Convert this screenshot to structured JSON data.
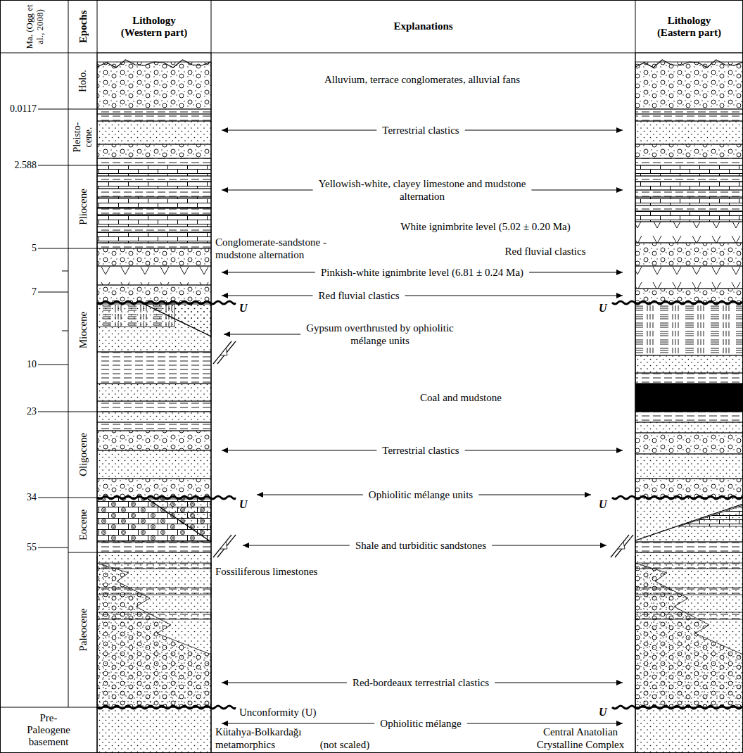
{
  "diagram": {
    "nodes": [
      {
        "text": [
          "Ma. (Ogg et al., 2008)"
        ]
      },
      {
        "text": [
          "Epochs"
        ]
      },
      {
        "text": [
          "Lithology (Western part)"
        ]
      },
      {
        "text": [
          "Explanations"
        ]
      },
      {
        "text": [
          "Lithology (Eastern part)"
        ]
      },
      {
        "text": [
          "Holo."
        ]
      },
      {
        "text": [
          "Pleisto- cene."
        ]
      },
      {
        "text": [
          "Pliocene"
        ]
      },
      {
        "text": [
          "Miocene"
        ]
      },
      {
        "text": [
          "Oligocene"
        ]
      },
      {
        "text": [
          "Eocene"
        ]
      },
      {
        "text": [
          "Paleocene"
        ]
      },
      {
        "text": [
          "Pre- Paleogene basement"
        ]
      }
    ],
    "labels": [
      "0.0117",
      "2.588",
      "5",
      "7",
      "10",
      "23",
      "34",
      "55",
      "Alluvium, terrace conglomerates, alluvial fans",
      "Terrestrial clastics",
      "Yellowish-white, clayey limestone and mudstone alternation",
      "White ignimbrite level (5.02 ± 0.20 Ma)",
      "Conglomerate-sandstone -mudstone alternation",
      "Red fluvial clastics",
      "Pinkish-white ignimbrite level (6.81 ± 0.24 Ma)",
      "Red fluvial clastics",
      "U",
      "U",
      "Gypsum overthrusted by ophiolitic mélange units",
      "Coal and mudstone",
      "Terrestrial clastics",
      "U",
      "U",
      "Ophiolitic mélange units",
      "Fossiliferous limestones",
      "Shale and turbiditic sandstones",
      "Red-bordeaux terrestrial clastics",
      "Unconformity (U)",
      "U",
      "Ophiolitic mélange",
      "Kütahya-Bolkardağı metamorphics",
      "(not scaled)",
      "Central Anatolian Crystalline Complex"
    ]
  }
}
